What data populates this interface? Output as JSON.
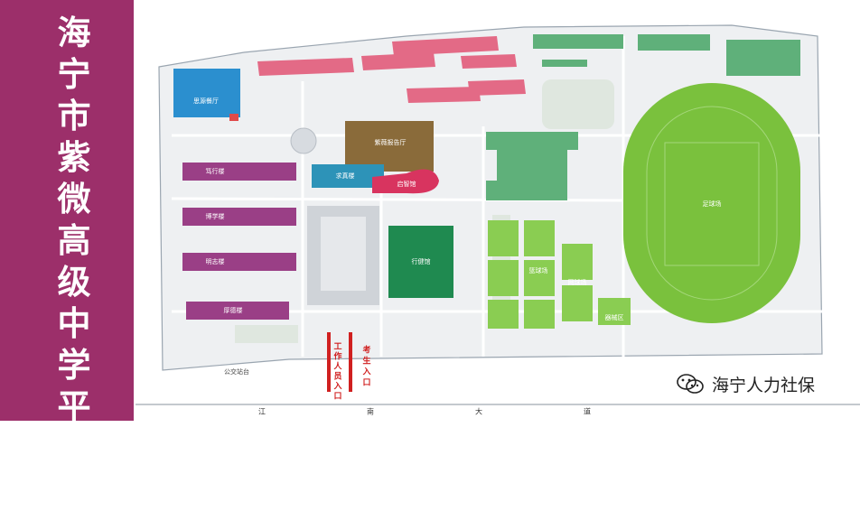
{
  "title": "海宁市紫微高级中学平面图",
  "colors": {
    "sidebar": "#9c2f6a",
    "teaching": "#9a3f86",
    "dorm": "#e36a86",
    "dining": "#2b8fcf",
    "hall": "#8a6b3a",
    "science": "#2d93b8",
    "wisdom": "#d8345f",
    "gym": "#1f8a50",
    "sports_bldg": "#5fb07a",
    "field": "#7ac13d",
    "courts": "#8acd52",
    "entrance_line": "#d02020"
  },
  "buildings": {
    "dining_hall": "思源餐厅",
    "auditorium": "紫薇报告厅",
    "science_building": "求真楼",
    "wisdom_hall": "启智馆",
    "dushi": "笃行楼",
    "boxue": "博学楼",
    "mingzhi": "明志楼",
    "houde": "厚德楼",
    "gymnasium": "行健馆",
    "football_field": "足球场",
    "basketball_court": "篮球场",
    "tennis_court": "网球场",
    "equipment_area": "器械区",
    "bus_stop": "公交站台"
  },
  "entrances": {
    "staff": "工作人员入口",
    "examinee": "考生入口"
  },
  "road": "江南大道",
  "watermark": "海宁人力社保",
  "icons": {
    "watermark": "wechat-icon"
  }
}
